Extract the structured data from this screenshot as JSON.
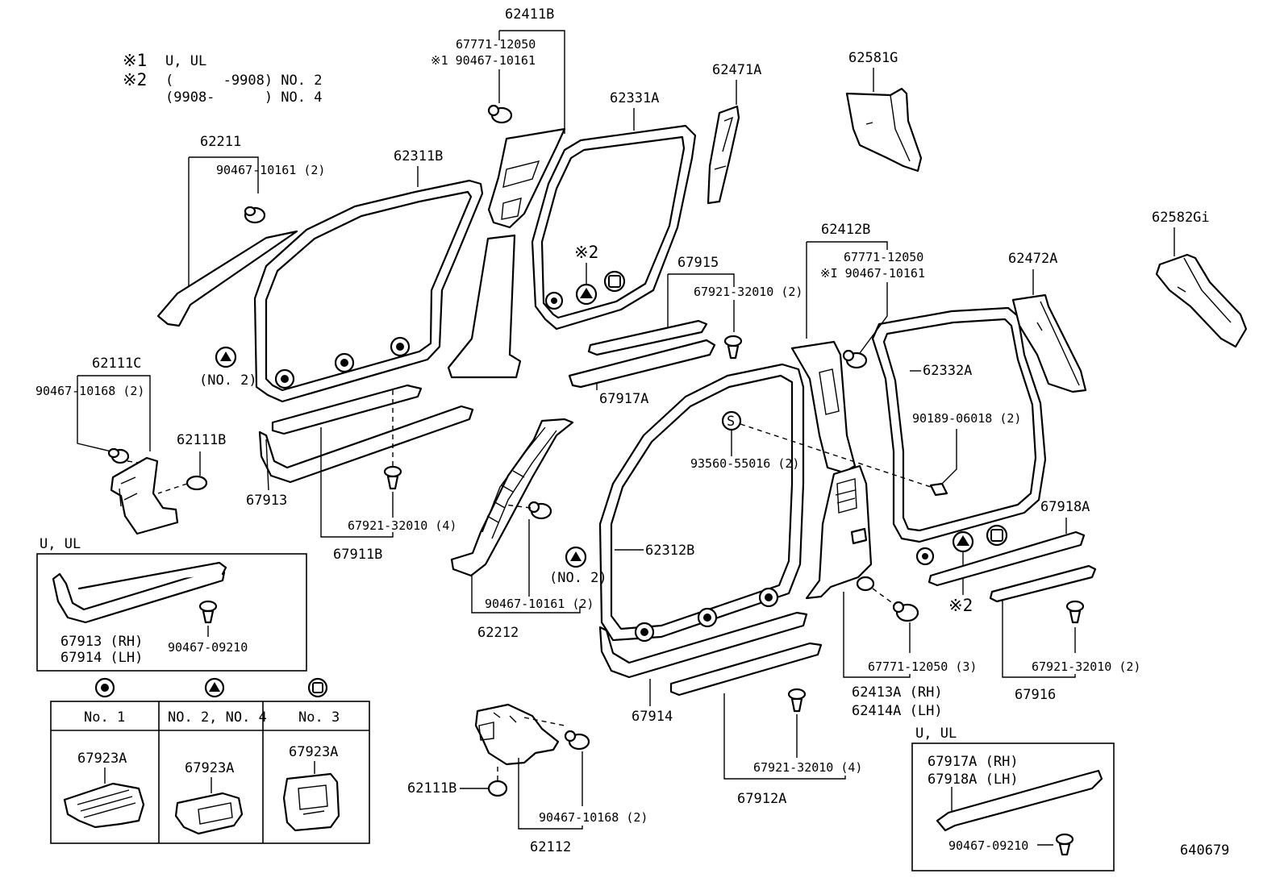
{
  "legend_notes": {
    "note1_mark": "※1",
    "note1_text": "U, UL",
    "note2_mark": "※2",
    "note2_line1": "(      -9908) NO. 2",
    "note2_line2": "(9908-      ) NO. 4"
  },
  "labels": {
    "p62411B": "62411B",
    "p67771_12050_top": "67771-12050",
    "p90467_10161_top": "※1 90467-10161",
    "p62471A": "62471A",
    "p62581G": "62581G",
    "p62331A": "62331A",
    "p62211": "62211",
    "p90467_10161_2a": "90467-10161 (2)",
    "p62311B": "62311B",
    "p62582G": "62582Gi",
    "p62412B": "62412B",
    "p67771_12050_mid": "67771-12050",
    "p90467_10161_mid": "※I 90467-10161",
    "p62472A": "62472A",
    "p67915": "67915",
    "p67921_32010_2a": "67921-32010 (2)",
    "mark2_top": "※2",
    "p62111C": "62111C",
    "p90467_10168_2a": "90467-10168 (2)",
    "no2_left": "(NO. 2)",
    "p62332A": "62332A",
    "p67917A": "67917A",
    "p93560_55016": "93560-55016 (2)",
    "p90189_06018": "90189-06018 (2)",
    "p62111B_left": "62111B",
    "p67913": "67913",
    "p67921_32010_4a": "67921-32010 (4)",
    "p67911B": "67911B",
    "p67918A": "67918A",
    "p62312B": "62312B",
    "no2_mid": "(NO. 2)",
    "p90467_10161_2b": "90467-10161 (2)",
    "p62212": "62212",
    "mark2_right": "※2",
    "p67771_12050_3": "67771-12050 (3)",
    "p62413A": "62413A (RH)",
    "p62414A": "62414A (LH)",
    "p67921_32010_2b": "67921-32010 (2)",
    "p67916": "67916",
    "p67914": "67914",
    "p67921_32010_4b": "67921-32010 (4)",
    "p67912A": "67912A",
    "p62111B_bottom": "62111B",
    "p90467_10168_2b": "90467-10168 (2)",
    "p62112": "62112",
    "diagram_no": "640679"
  },
  "inset_left": {
    "title": "U, UL",
    "l1": "67913 (RH)",
    "l2": "67914 (LH)",
    "l3": "90467-09210"
  },
  "inset_right": {
    "title": "U, UL",
    "l1": "67917A (RH)",
    "l2": "67918A (LH)",
    "l3": "90467-09210"
  },
  "clip_table": {
    "headers": [
      "No. 1",
      "NO. 2, NO. 4",
      "No. 3"
    ],
    "parts": [
      "67923A",
      "67923A",
      "67923A"
    ]
  }
}
